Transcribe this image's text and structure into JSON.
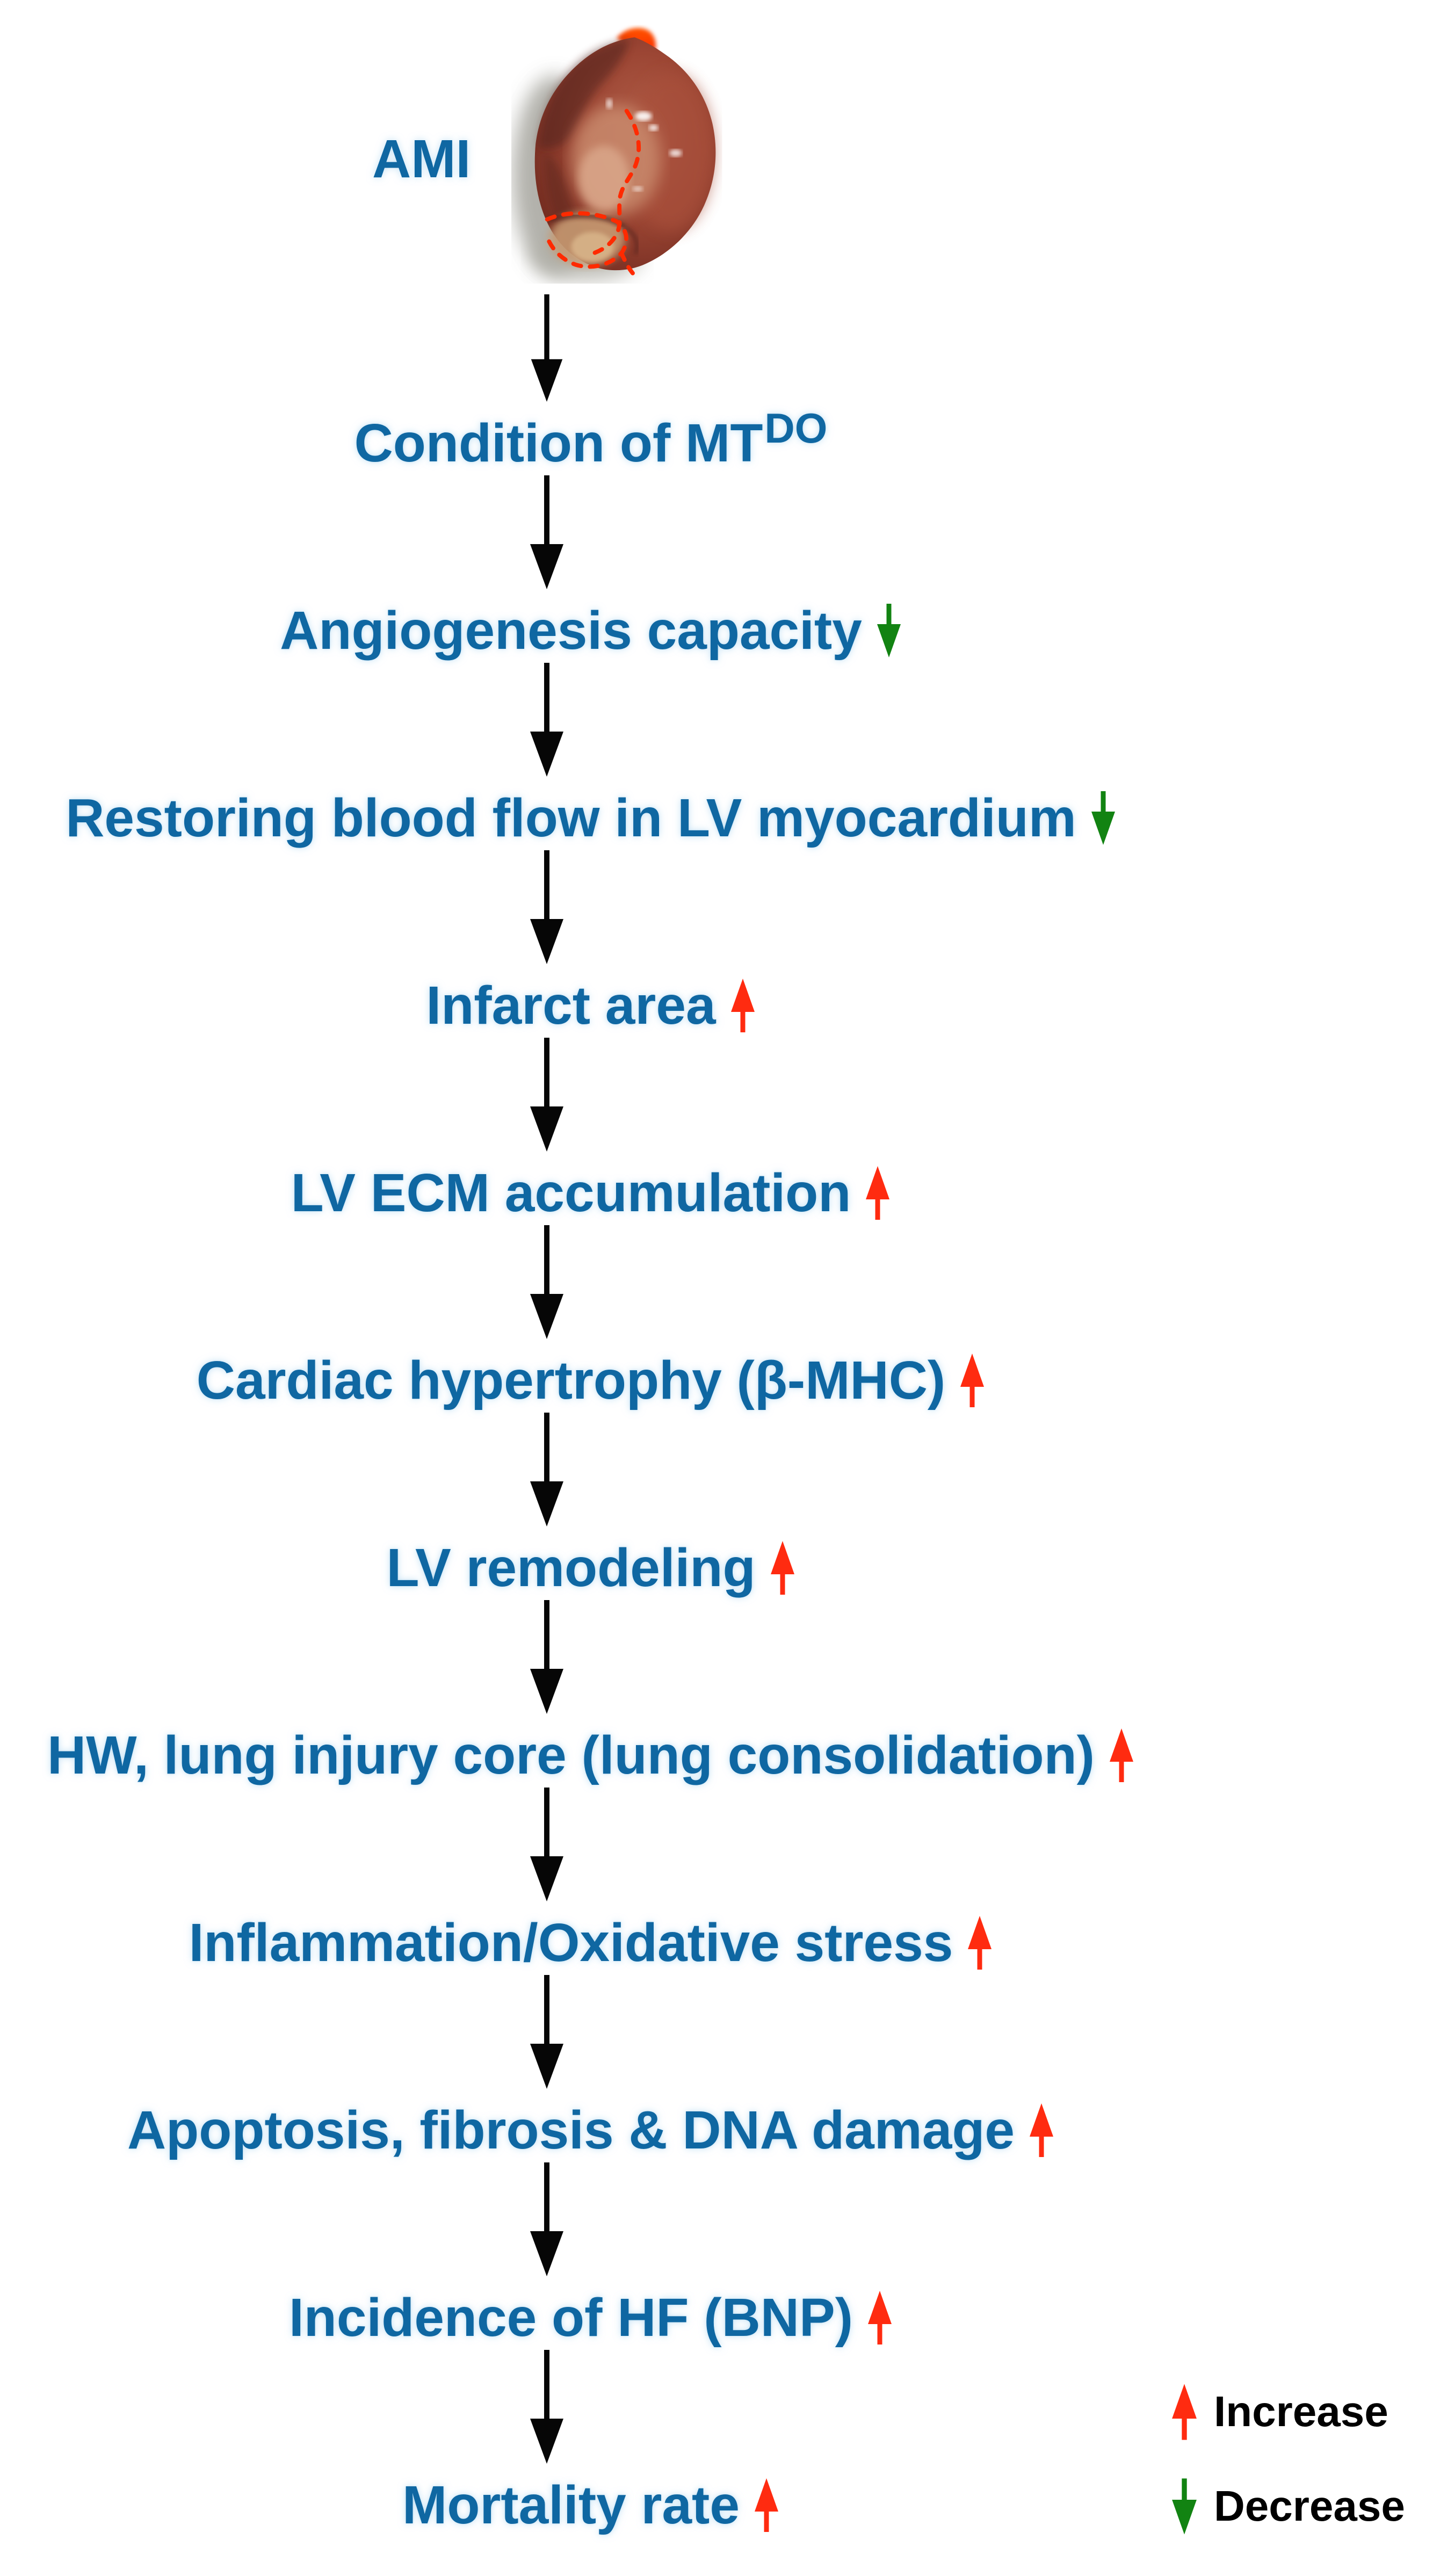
{
  "colors": {
    "label_blue": "#0f67a2",
    "increase_red": "#ff2b10",
    "decrease_green": "#128312",
    "connector_black": "#060606",
    "legend_text_black": "#000000"
  },
  "start": {
    "label": "AMI",
    "image": "excised-heart-photo-with-red-dashed-infarct-outline"
  },
  "flow": {
    "steps": [
      {
        "label": "Condition of MT",
        "superscript": "DO",
        "trend": null
      },
      {
        "label": "Angiogenesis capacity",
        "superscript": null,
        "trend": "decrease"
      },
      {
        "label": "Restoring blood flow in LV myocardium",
        "superscript": null,
        "trend": "decrease"
      },
      {
        "label": "Infarct area",
        "superscript": null,
        "trend": "increase"
      },
      {
        "label": "LV ECM accumulation",
        "superscript": null,
        "trend": "increase"
      },
      {
        "label": "Cardiac hypertrophy (β-MHC)",
        "superscript": null,
        "trend": "increase"
      },
      {
        "label": "LV remodeling",
        "superscript": null,
        "trend": "increase"
      },
      {
        "label": "HW, lung injury core (lung consolidation)",
        "superscript": null,
        "trend": "increase"
      },
      {
        "label": "Inflammation/Oxidative stress",
        "superscript": null,
        "trend": "increase"
      },
      {
        "label": "Apoptosis, fibrosis & DNA damage",
        "superscript": null,
        "trend": "increase"
      },
      {
        "label": "Incidence of HF (BNP)",
        "superscript": null,
        "trend": "increase"
      },
      {
        "label": "Mortality rate",
        "superscript": null,
        "trend": "increase"
      }
    ]
  },
  "legend": {
    "items": [
      {
        "label": "Increase",
        "direction": "up",
        "color": "#ff2b10"
      },
      {
        "label": "Decrease",
        "direction": "down",
        "color": "#128312"
      }
    ]
  }
}
